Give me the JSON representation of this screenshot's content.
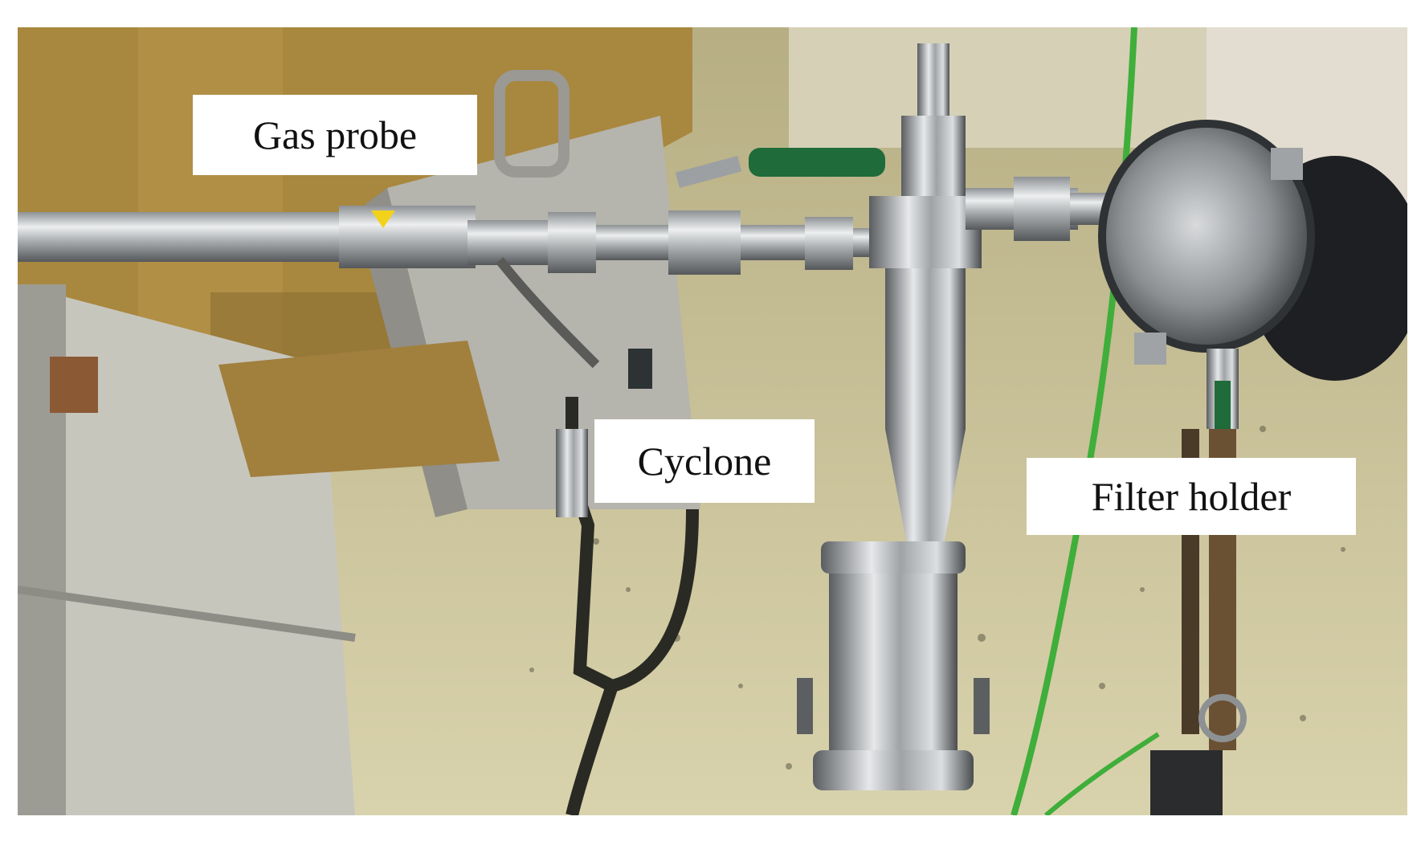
{
  "figure": {
    "labels": {
      "gas_probe": "Gas probe",
      "cyclone": "Cyclone",
      "filter_holder": "Filter holder"
    }
  },
  "colors": {
    "floor": "#cbc49a",
    "cardboard": "#a8873e",
    "steel": "#b9bcbe",
    "dark_steel": "#4d5052",
    "cable_green": "#3fae3a",
    "hose": "#2a2a24",
    "handle_green": "#1f6b3a",
    "label_bg": "#ffffff"
  }
}
